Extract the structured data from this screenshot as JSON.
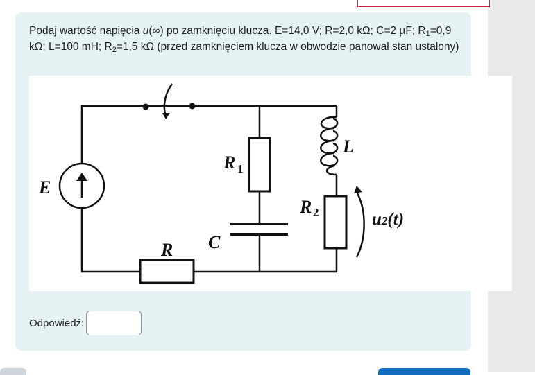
{
  "question": {
    "prefix": "Podaj wartość napięcia ",
    "u_symbol": "u",
    "u_arg": "(∞)",
    "middle": " po zamknięciu klucza. E=14,0 V; R=2,0 kΩ; C=2 µF; R",
    "r1_sub": "1",
    "r1_value": "=0,9 kΩ; L=100 mH; R",
    "r2_sub": "2",
    "suffix": "=1,5 kΩ (przed zamknięciem klucza w obwodzie panował stan ustalony)"
  },
  "circuit": {
    "labels": {
      "E": "E",
      "R": "R",
      "R1_main": "R",
      "R1_sub": "1",
      "C": "C",
      "L": "L",
      "R2_main": "R",
      "R2_sub": "2",
      "u2_main": "u",
      "u2_sub": "2",
      "u2_paren_open": "(",
      "u2_t": "t",
      "u2_paren_close": ")"
    }
  },
  "answer": {
    "label": "Odpowiedź:",
    "value": ""
  },
  "colors": {
    "card_bg": "#e6f2f3",
    "gutter_bg": "#e9e9e9",
    "primary_button": "#0f6cbf",
    "flag_border": "#c9302c"
  }
}
